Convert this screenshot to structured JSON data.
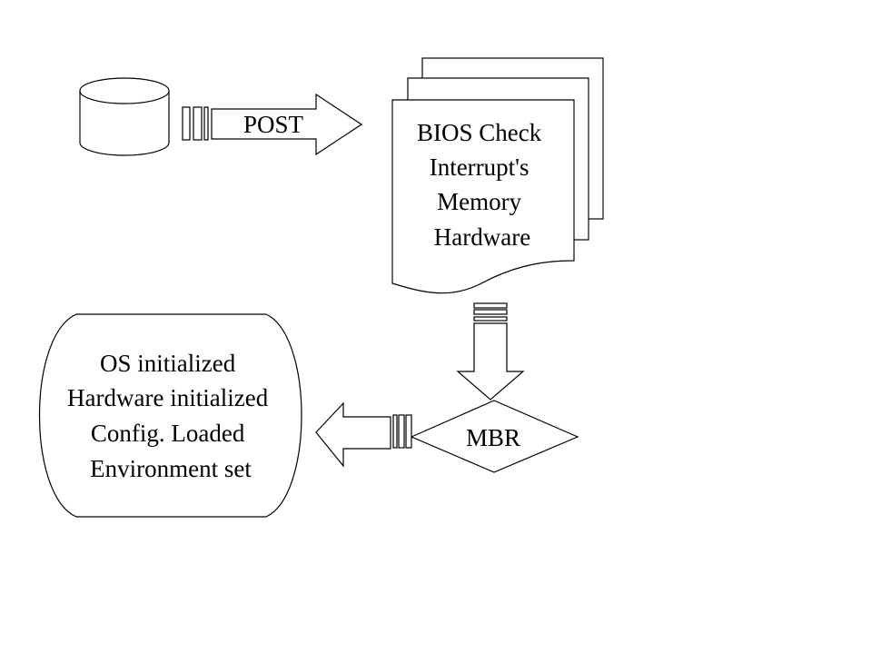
{
  "diagram": {
    "post_arrow": {
      "label": "POST"
    },
    "bios_documents": {
      "lines": [
        "BIOS Check",
        "Interrupt's",
        "Memory",
        "Hardware"
      ]
    },
    "mbr_decision": {
      "label": "MBR"
    },
    "os_terminator": {
      "lines": [
        "OS initialized",
        "Hardware initialized",
        "Config. Loaded",
        "Environment set"
      ]
    },
    "colors": {
      "stroke": "#000000",
      "fill": "#ffffff"
    }
  }
}
